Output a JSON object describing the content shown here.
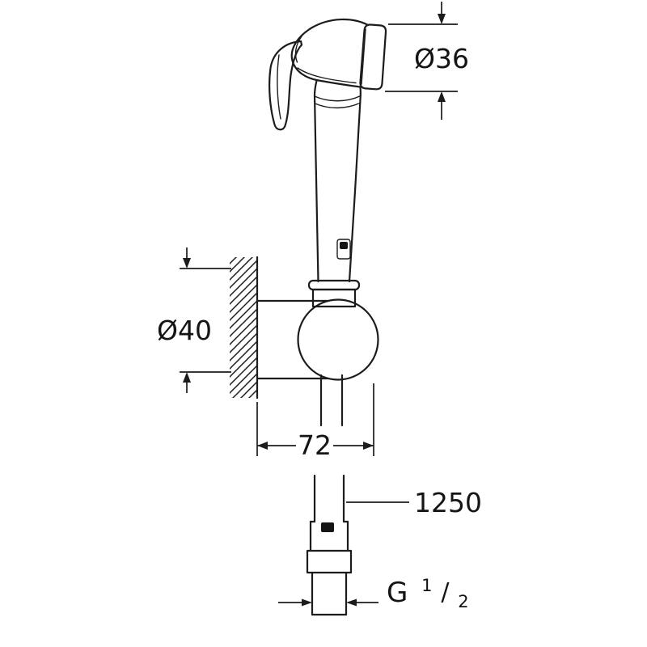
{
  "colors": {
    "line": "#1c1c1c",
    "text": "#141414",
    "background": "#ffffff"
  },
  "dimensions": {
    "head_diameter": "Ø36",
    "holder_diameter": "Ø40",
    "projection": "72",
    "hose_length": "1250",
    "thread": {
      "prefix": "G",
      "numerator": "1",
      "slash": "/",
      "denominator": "2"
    }
  }
}
